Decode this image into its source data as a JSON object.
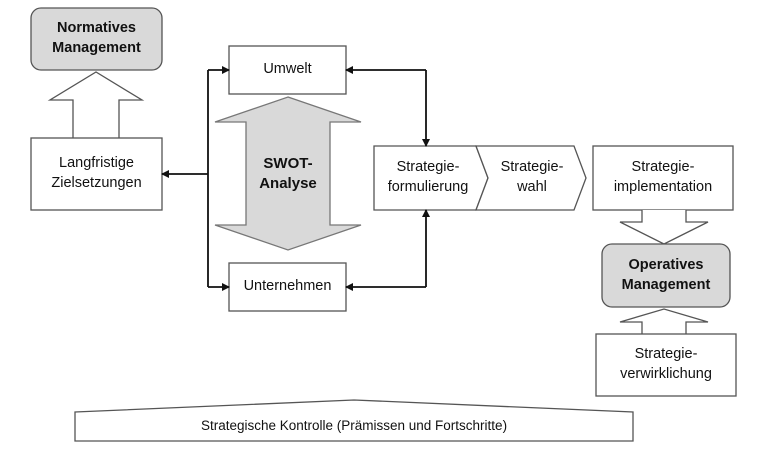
{
  "diagram": {
    "nodes": {
      "normatives": "Normatives\nManagement",
      "zielsetzungen": "Langfristige\nZielsetzungen",
      "umwelt": "Umwelt",
      "swot": "SWOT-Analyse",
      "unternehmen": "Unternehmen",
      "formulierung": "Strategie-\nformulierung",
      "wahl": "Strategie-\nwahl",
      "implementation": "Strategie-\nimplementation",
      "operatives": "Operatives\nManagement",
      "verwirklichung": "Strategie-\nverwirklichung",
      "kontrolle": "Strategische Kontrolle (Prämissen und Fortschritte)"
    }
  }
}
